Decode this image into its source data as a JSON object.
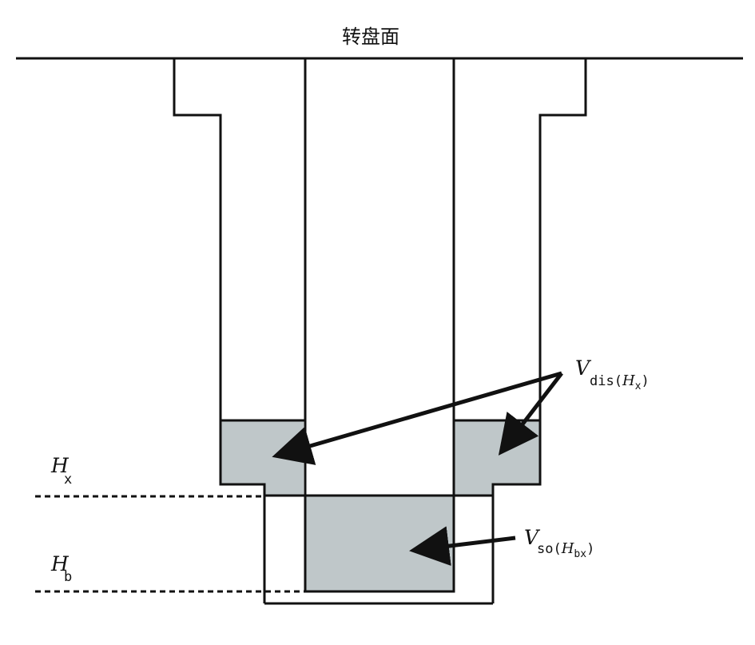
{
  "title": "转盘面",
  "labels": {
    "hx": {
      "main": "H",
      "sub": "x"
    },
    "hb": {
      "main": "H",
      "sub": "b"
    },
    "vdis": {
      "main": "V",
      "sub": "dis(",
      "arg_main": "H",
      "arg_sub": "x",
      "close": ")"
    },
    "vso": {
      "main": "V",
      "sub": "so(",
      "arg_main": "H",
      "arg_sub": "bx",
      "close": ")"
    }
  },
  "colors": {
    "line": "#111111",
    "fill": "#bfc7c9",
    "background": "#ffffff"
  }
}
